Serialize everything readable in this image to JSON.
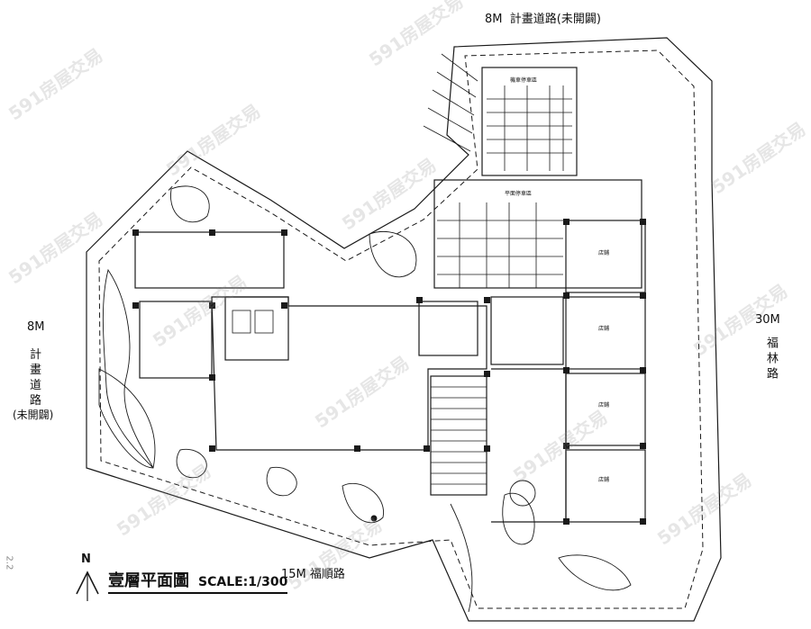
{
  "roads": {
    "north": {
      "width": "8M",
      "name": "計畫道路(未開闢)"
    },
    "west": {
      "width": "8M",
      "line1": "計",
      "line2": "畫",
      "line3": "道",
      "line4": "路",
      "status": "(未開闢)"
    },
    "east": {
      "width": "30M",
      "name": "福林路"
    },
    "south": {
      "width": "15M",
      "name": "福順路"
    }
  },
  "plan": {
    "title": "壹層平面圖",
    "scale": "SCALE:1/300",
    "north_arrow": "N"
  },
  "parking": {
    "upper_label": "機車停車區",
    "lower_label": "平面停車區"
  },
  "units": {
    "u1": "店鋪",
    "u2": "店鋪",
    "u3": "店鋪",
    "u4": "店鋪"
  },
  "watermark": "591房屋交易",
  "margin_mark": "2.2"
}
